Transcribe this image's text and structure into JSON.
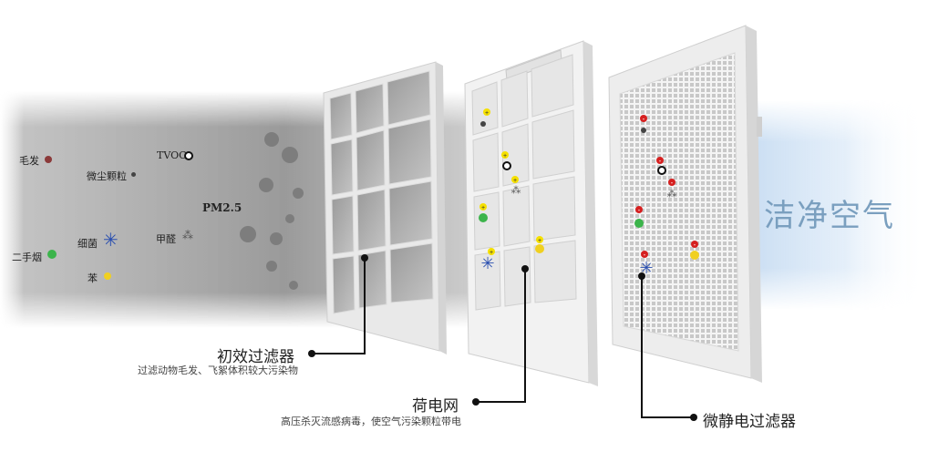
{
  "pollutants": {
    "hair": "毛发",
    "dust": "微尘颗粒",
    "tvoc": "TVOC",
    "pm25": "PM2.5",
    "bacteria": "细菌",
    "formaldehyde": "甲醛",
    "smoke": "二手烟",
    "benzene": "苯"
  },
  "stages": [
    {
      "title": "初效过滤器",
      "subtitle": "过滤动物毛发、飞絮体积较大污染物"
    },
    {
      "title": "荷电网",
      "subtitle": "高压杀灭流感病毒，使空气污染颗粒带电"
    },
    {
      "title": "微静电过滤器",
      "subtitle": ""
    }
  ],
  "output_label": "洁净空气",
  "colors": {
    "hair": "#8b3a3a",
    "smoke": "#3cb44b",
    "benzene": "#f0d020",
    "bacteria": "#2a4fb0",
    "positive": "#f5e000",
    "negative": "#d62020"
  }
}
